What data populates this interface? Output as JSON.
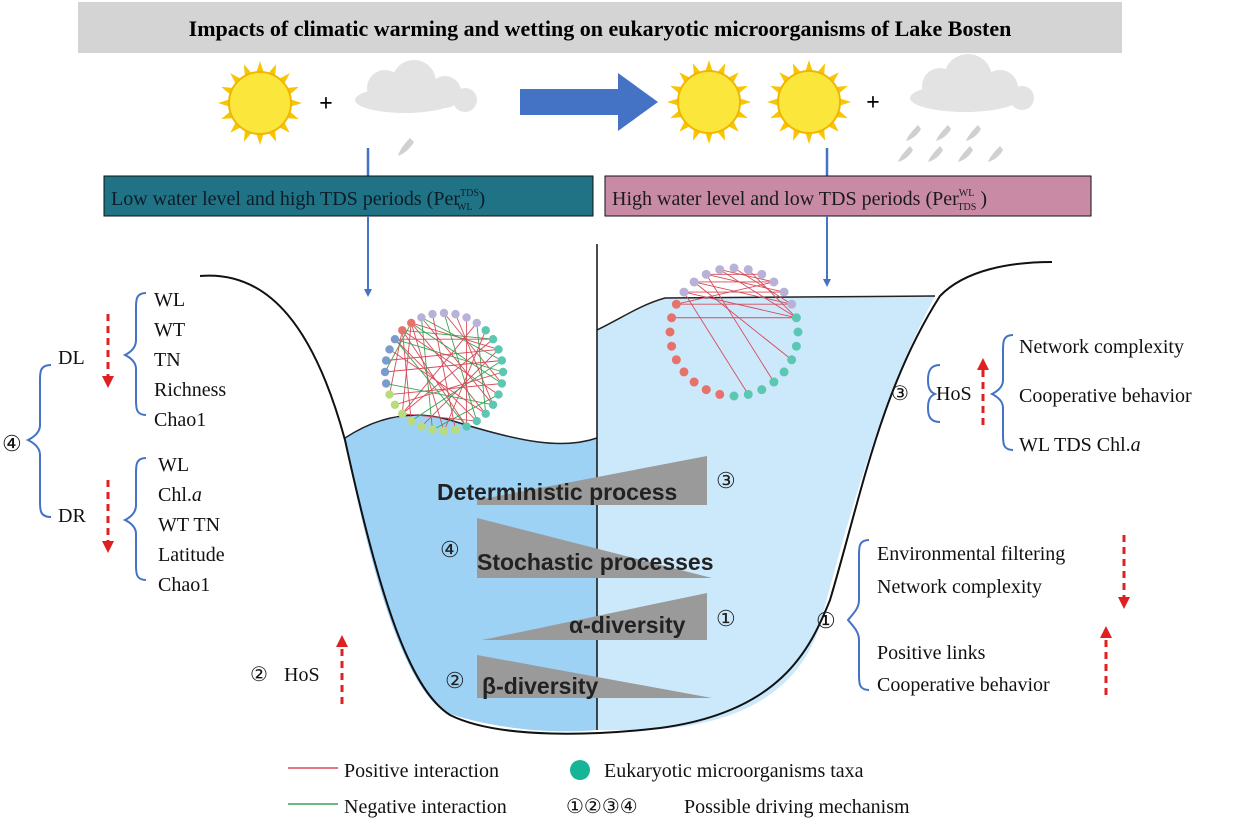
{
  "title": "Impacts of climatic warming and wetting on eukaryotic microorganisms of Lake Bosten",
  "weather": {
    "plus_left": "+",
    "plus_right": "+"
  },
  "periods": {
    "low": {
      "label": "Low water level and high TDS periods (",
      "per": "Per",
      "sup": "TDS",
      "sub": "WL",
      "close": ")",
      "color": "#1f7385"
    },
    "high": {
      "label": "High water level and low TDS periods (",
      "per": "Per",
      "sup": "WL",
      "sub": "TDS",
      "close": ")",
      "color": "#c98aa6"
    }
  },
  "left_panel": {
    "marker": "④",
    "dl": {
      "label": "DL",
      "items": [
        "WL",
        "WT",
        "TN",
        "Richness",
        "Chao1"
      ]
    },
    "dr": {
      "label": "DR",
      "items_before": [
        "WL",
        "Chl."
      ],
      "chl_italic": "a",
      "items_after": [
        "WT TN",
        "Latitude",
        "Chao1"
      ]
    }
  },
  "right_panel": {
    "marker": "③",
    "hos": "HoS",
    "items": [
      "Network complexity",
      "Cooperative behavior",
      "WL TDS Chl."
    ],
    "chl_italic": "a"
  },
  "right_lower_panel": {
    "marker": "①",
    "items_down": [
      "Environmental filtering",
      "Network complexity"
    ],
    "items_up": [
      "Positive links",
      "Cooperative behavior"
    ]
  },
  "left_lower": {
    "marker": "②",
    "hos": "HoS"
  },
  "processes": {
    "deterministic": {
      "label": "Deterministic process",
      "marker": "③"
    },
    "stochastic": {
      "label": "Stochastic processes",
      "marker": "④"
    },
    "alpha": {
      "label": "α-diversity",
      "marker": "①"
    },
    "beta": {
      "label": "β-diversity",
      "marker": "②"
    }
  },
  "legend": {
    "positive": "Positive interaction",
    "negative": "Negative interaction",
    "taxa": "Eukaryotic microorganisms taxa",
    "mechanism_marks": "①②③④",
    "mechanism": "Possible driving mechanism"
  },
  "colors": {
    "positive_line": "#d64b5a",
    "negative_line": "#3aa352",
    "taxa_dot": "#17b597",
    "water_left": "#9ed2f5",
    "water_right": "#cce9fb",
    "arrow_blue": "#4472c4",
    "red_arrow": "#e02020"
  }
}
